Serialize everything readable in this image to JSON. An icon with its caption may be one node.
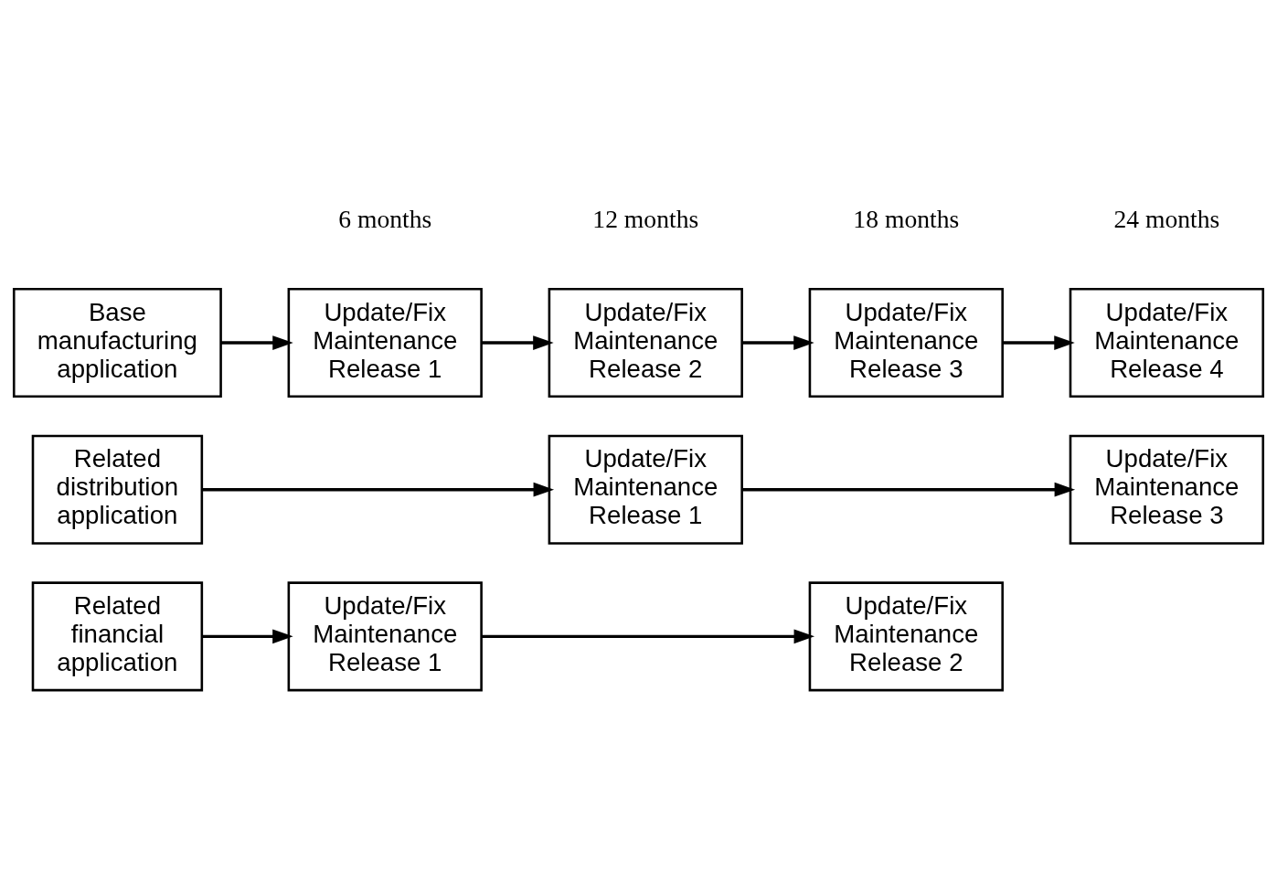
{
  "diagram": {
    "nodes": [
      {
        "text": [
          "Related financial application"
        ]
      },
      {
        "text": [
          "Update/Fix Maintenance Release 1"
        ]
      },
      {
        "text": [
          "Update/Fix Maintenance Release 2"
        ]
      },
      {
        "text": [
          "Related distribution application"
        ]
      },
      {
        "text": [
          "Update/Fix Maintenance Release 1"
        ]
      },
      {
        "text": [
          "Update/Fix Maintenance Release 3"
        ]
      },
      {
        "text": [
          "Base manufacturing application"
        ]
      },
      {
        "text": [
          "Update/Fix Maintenance Release 1"
        ]
      },
      {
        "text": [
          "Update/Fix Maintenance Release 2"
        ]
      },
      {
        "text": [
          "Update/Fix Maintenance Release 3"
        ]
      },
      {
        "text": [
          "Update/Fix Maintenance Release 4"
        ]
      }
    ],
    "edges": [
      {
        "from": 0,
        "to": 1,
        "arrow": "to"
      },
      {
        "from": 1,
        "to": 2,
        "arrow": "to"
      },
      {
        "from": 3,
        "to": 4,
        "arrow": "to"
      },
      {
        "from": 4,
        "to": 5,
        "arrow": "to"
      },
      {
        "from": 6,
        "to": 7,
        "arrow": "to"
      },
      {
        "from": 7,
        "to": 8,
        "arrow": "to"
      },
      {
        "from": 8,
        "to": 9,
        "arrow": "to"
      },
      {
        "from": 9,
        "to": 10,
        "arrow": "to"
      }
    ],
    "labels": [
      "6 months",
      "12 months",
      "18 months",
      "24 months"
    ]
  }
}
